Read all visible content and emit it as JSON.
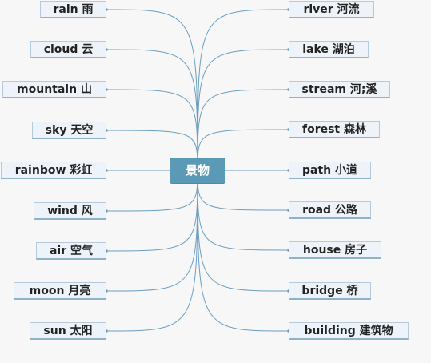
{
  "center": {
    "label": "景物"
  },
  "left_nodes": [
    {
      "label": "rain 雨"
    },
    {
      "label": "cloud 云"
    },
    {
      "label": "mountain 山"
    },
    {
      "label": "sky 天空"
    },
    {
      "label": "rainbow 彩虹"
    },
    {
      "label": "wind 风"
    },
    {
      "label": "air 空气"
    },
    {
      "label": "moon 月亮"
    },
    {
      "label": "sun 太阳"
    }
  ],
  "right_nodes": [
    {
      "label": "river 河流"
    },
    {
      "label": "lake 湖泊"
    },
    {
      "label": "stream 河;溪"
    },
    {
      "label": "forest 森林"
    },
    {
      "label": "path 小道"
    },
    {
      "label": "road 公路"
    },
    {
      "label": "house 房子"
    },
    {
      "label": "bridge 桥"
    },
    {
      "label": "building 建筑物"
    }
  ],
  "colors": {
    "link": "#6a9ec0",
    "center_fill": "#5b9ab7",
    "node_fill": "#edf3f8"
  }
}
